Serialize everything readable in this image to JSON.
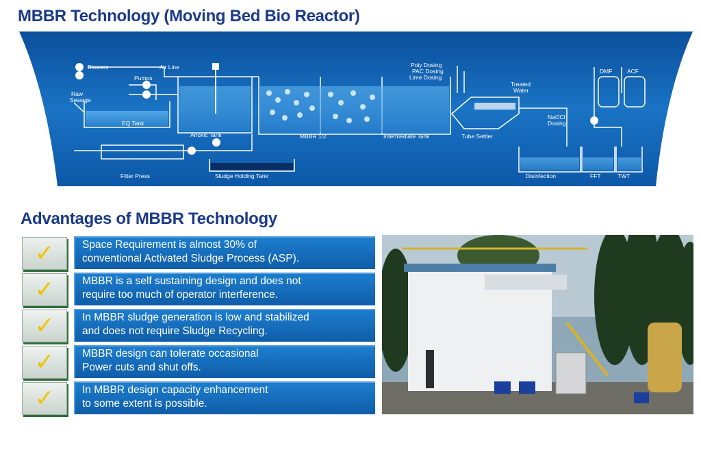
{
  "title": "MBBR Technology (Moving Bed Bio Reactor)",
  "diagram": {
    "labels": {
      "blowers": "Blowers",
      "air_line": "Air Line",
      "pumps": "Pumps",
      "raw": "Raw",
      "sewage": "Sewage",
      "eq_tank": "EQ Tank",
      "anoxic_tank": "Anoxic Tank",
      "mbbr": "MBBR 1/2",
      "intermediate_tank": "Intermediate Tank",
      "tube_settler": "Tube Settler",
      "poly_dosing": "Poly Dosing",
      "pac_dosing": "PAC Dosing",
      "lime_dosing": "Lime Dosing",
      "treated": "Treated",
      "water": "Water",
      "naocl": "NaOCl",
      "dosing": "Dosing",
      "dmf": "DMF",
      "acf": "ACF",
      "filter_press": "Filter Press",
      "sludge_holding_tank": "Sludge Holding Tank",
      "disinfection": "Disinfection",
      "fft": "FFT",
      "twt": "TWT"
    }
  },
  "advantages": {
    "title": "Advantages of MBBR Technology",
    "check_symbol": "✓",
    "items": [
      {
        "line1": "Space Requirement is almost 30% of",
        "line2": "conventional Activated Sludge Process (ASP)."
      },
      {
        "line1": "MBBR is a self sustaining design and does not",
        "line2": "require too much of operator interference."
      },
      {
        "line1": "In MBBR sludge generation is low and stabilized",
        "line2": "and does not require Sludge Recycling."
      },
      {
        "line1": "MBBR design can tolerate occasional",
        "line2": "Power cuts and shut offs."
      },
      {
        "line1": "In MBBR design capacity enhancement",
        "line2": "to some extent is possible."
      }
    ]
  },
  "colors": {
    "title": "#1a3a8a",
    "panel": "#1567b8",
    "checkmark": "#f2c200"
  }
}
